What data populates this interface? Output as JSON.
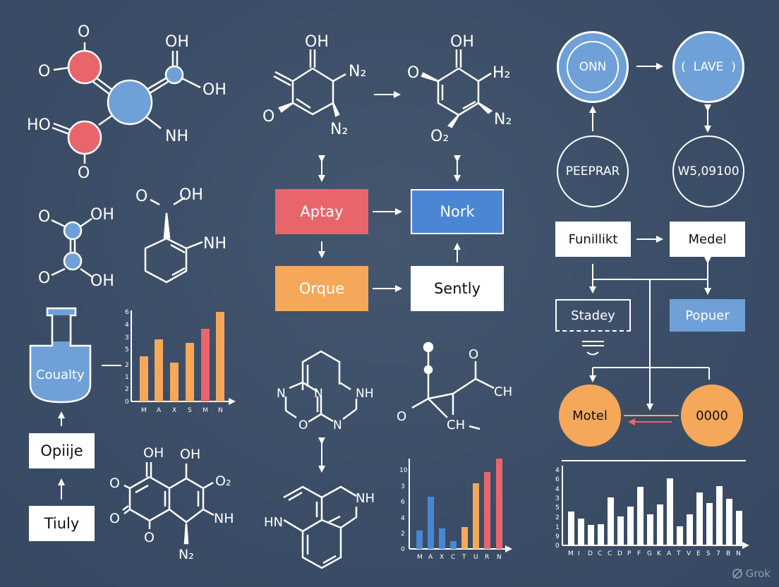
{
  "colors": {
    "background": "#3d5068",
    "red": "#e8666b",
    "blue": "#6fa0d8",
    "blue_dark": "#4a86d4",
    "orange": "#f6a85a",
    "white": "#ffffff",
    "watermark": "#8a9ab0"
  },
  "molecules": {
    "top_left": {
      "labels": [
        "O",
        "O",
        "OH",
        "OH",
        "HO",
        "O",
        "NH"
      ]
    },
    "mid_left_a": {
      "labels": [
        "O",
        "OH",
        "O",
        "OH"
      ]
    },
    "mid_left_b": {
      "labels": [
        "O",
        "OH",
        "NH"
      ]
    },
    "top_center_left": {
      "labels": [
        "OH",
        "N₂",
        "O",
        "N₂"
      ]
    },
    "top_center_right": {
      "labels": [
        "OH",
        "O",
        "H₂",
        "O₂",
        "N₂"
      ]
    },
    "bottom_left": {
      "labels": [
        "OH",
        "OH",
        "O",
        "O₂",
        "O",
        "NH",
        "O",
        "N₂"
      ]
    },
    "center_bicyclic": {
      "labels": [
        "N",
        "N",
        "NH",
        "O",
        "N"
      ]
    },
    "center_cyclopropane": {
      "labels": [
        "O",
        "CH",
        "O",
        "CH"
      ]
    },
    "bottom_center": {
      "labels": [
        "HN",
        "NH"
      ]
    }
  },
  "flask": {
    "label": "Coualty"
  },
  "left_flow": {
    "boxes": [
      {
        "label": "Opiije"
      },
      {
        "label": "Tiuly"
      }
    ]
  },
  "center_flow": {
    "boxes": [
      {
        "label": "Aptay",
        "color": "#e8666b"
      },
      {
        "label": "Nork",
        "color": "#4a86d4"
      },
      {
        "label": "Orque",
        "color": "#f6a85a"
      },
      {
        "label": "Sently",
        "color": "#ffffff"
      }
    ]
  },
  "right_flow": {
    "circles_top": [
      {
        "label": "ONN"
      },
      {
        "label": "LAVE"
      }
    ],
    "circles_outline": [
      {
        "label": "PEEPRAR"
      },
      {
        "label": "W5,09100"
      }
    ],
    "boxes": [
      {
        "label": "Funillikt"
      },
      {
        "label": "Medel"
      },
      {
        "label": "Stadey"
      },
      {
        "label": "Popuer"
      }
    ],
    "orange_circles": [
      {
        "label": "Motel"
      },
      {
        "label": "0000"
      }
    ]
  },
  "watermark": {
    "label": "Grok"
  },
  "chart_data": [
    {
      "type": "bar",
      "title": "",
      "categories": [
        "M",
        "A",
        "X",
        "S",
        "M",
        "N"
      ],
      "values": [
        3.3,
        4.1,
        2.9,
        3.9,
        4.6,
        5.6
      ],
      "ytick_labels": [
        "0",
        "2",
        "1",
        "2",
        "5",
        "3",
        "4",
        "6"
      ],
      "bar_colors": [
        "#f6a85a",
        "#f6a85a",
        "#f6a85a",
        "#f6a85a",
        "#e8666b",
        "#f6a85a"
      ],
      "xlabel": "",
      "ylabel": "",
      "ylim": [
        0,
        7
      ]
    },
    {
      "type": "bar",
      "title": "",
      "categories": [
        "M",
        "A",
        "X",
        "C",
        "T",
        "U",
        "R",
        "N"
      ],
      "values": [
        2.3,
        6.6,
        2.6,
        1.0,
        2.9,
        8.4,
        9.9,
        11.6
      ],
      "ytick_labels": [
        "0",
        "2",
        "4",
        "6",
        "3",
        "10"
      ],
      "bar_colors": [
        "#4a86d4",
        "#4a86d4",
        "#4a86d4",
        "#4a86d4",
        "#f6a85a",
        "#f6a85a",
        "#e8666b",
        "#e8666b"
      ],
      "xlabel": "",
      "ylabel": "",
      "ylim": [
        0,
        12
      ]
    },
    {
      "type": "bar",
      "title": "",
      "categories": [
        "M",
        "I",
        "D",
        "C",
        "C",
        "D",
        "P",
        "F",
        "G",
        "K",
        "A",
        "T",
        "V",
        "E",
        "S",
        "7",
        "B",
        "N"
      ],
      "values": [
        3.5,
        2.8,
        2.1,
        2.2,
        5.0,
        3.0,
        4.0,
        6.0,
        3.2,
        4.2,
        7.3,
        1.9,
        3.2,
        5.5,
        4.4,
        6.2,
        4.8,
        3.6
      ],
      "ytick_labels": [
        "0",
        "9",
        "1",
        "2",
        "5",
        "3",
        "4",
        "6",
        "4"
      ],
      "bar_colors": [
        "#ffffff"
      ],
      "xlabel": "",
      "ylabel": "",
      "ylim": [
        0,
        8
      ]
    }
  ]
}
